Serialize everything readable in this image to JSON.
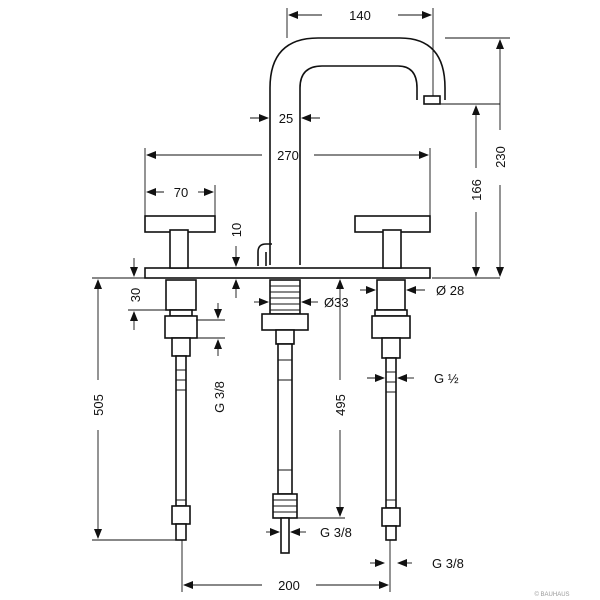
{
  "dimensions": {
    "spout_reach": "140",
    "spout_width": "25",
    "total_width": "270",
    "handle_width": "70",
    "plate_thickness": "10",
    "height_166": "166",
    "height_230": "230",
    "body_30": "30",
    "dia_33": "Ø33",
    "dia_28": "Ø 28",
    "thread_g3_8_left": "G 3/8",
    "thread_g1_2": "G ½",
    "length_505": "505",
    "length_495": "495",
    "thread_g3_8_center": "G 3/8",
    "thread_g3_8_right": "G 3/8",
    "spacing_200": "200"
  },
  "watermark": "© BAUHAUS"
}
